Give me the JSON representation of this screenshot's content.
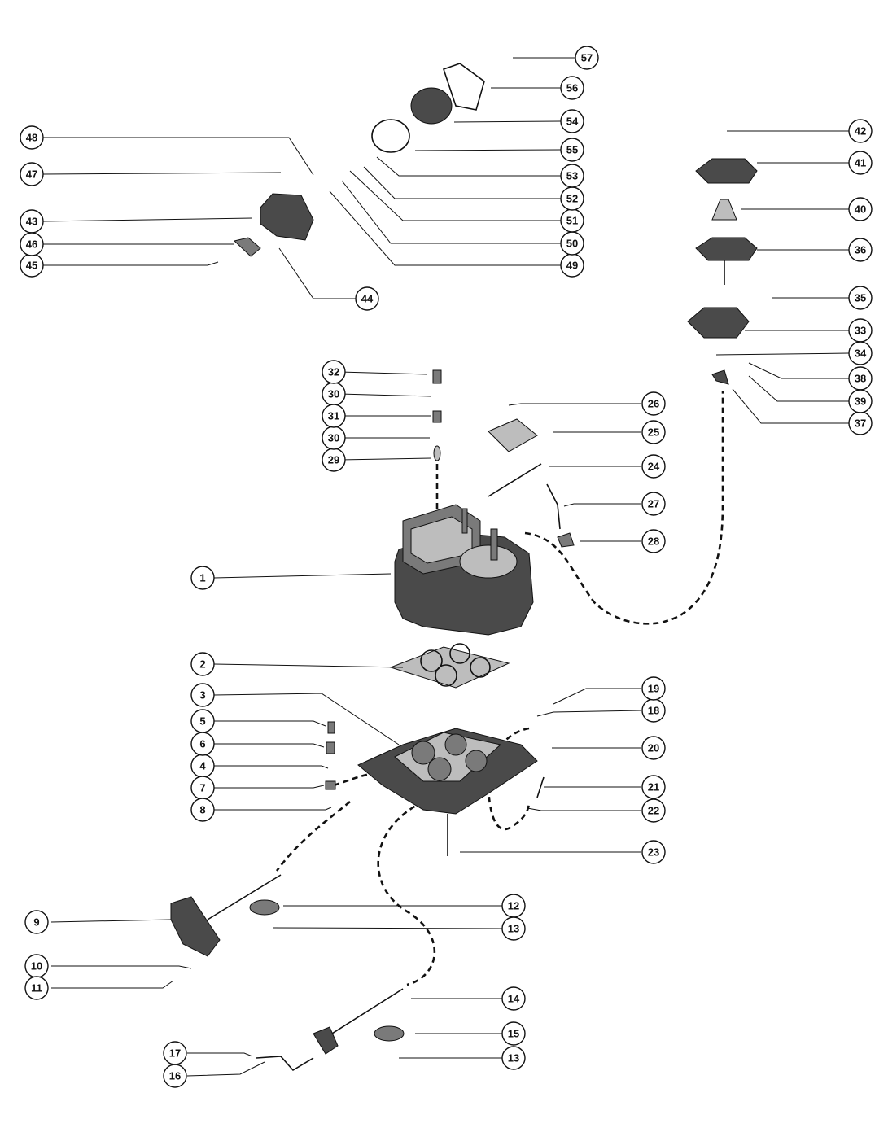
{
  "callouts": [
    "1",
    "2",
    "3",
    "4",
    "5",
    "6",
    "7",
    "8",
    "9",
    "10",
    "11",
    "12",
    "13",
    "13",
    "14",
    "15",
    "16",
    "17",
    "18",
    "19",
    "20",
    "21",
    "22",
    "23",
    "24",
    "25",
    "26",
    "27",
    "28",
    "29",
    "30",
    "30",
    "31",
    "32",
    "33",
    "34",
    "35",
    "36",
    "37",
    "38",
    "39",
    "40",
    "41",
    "42",
    "43",
    "44",
    "45",
    "46",
    "47",
    "48",
    "49",
    "50",
    "51",
    "52",
    "53",
    "54",
    "55",
    "56",
    "57"
  ]
}
